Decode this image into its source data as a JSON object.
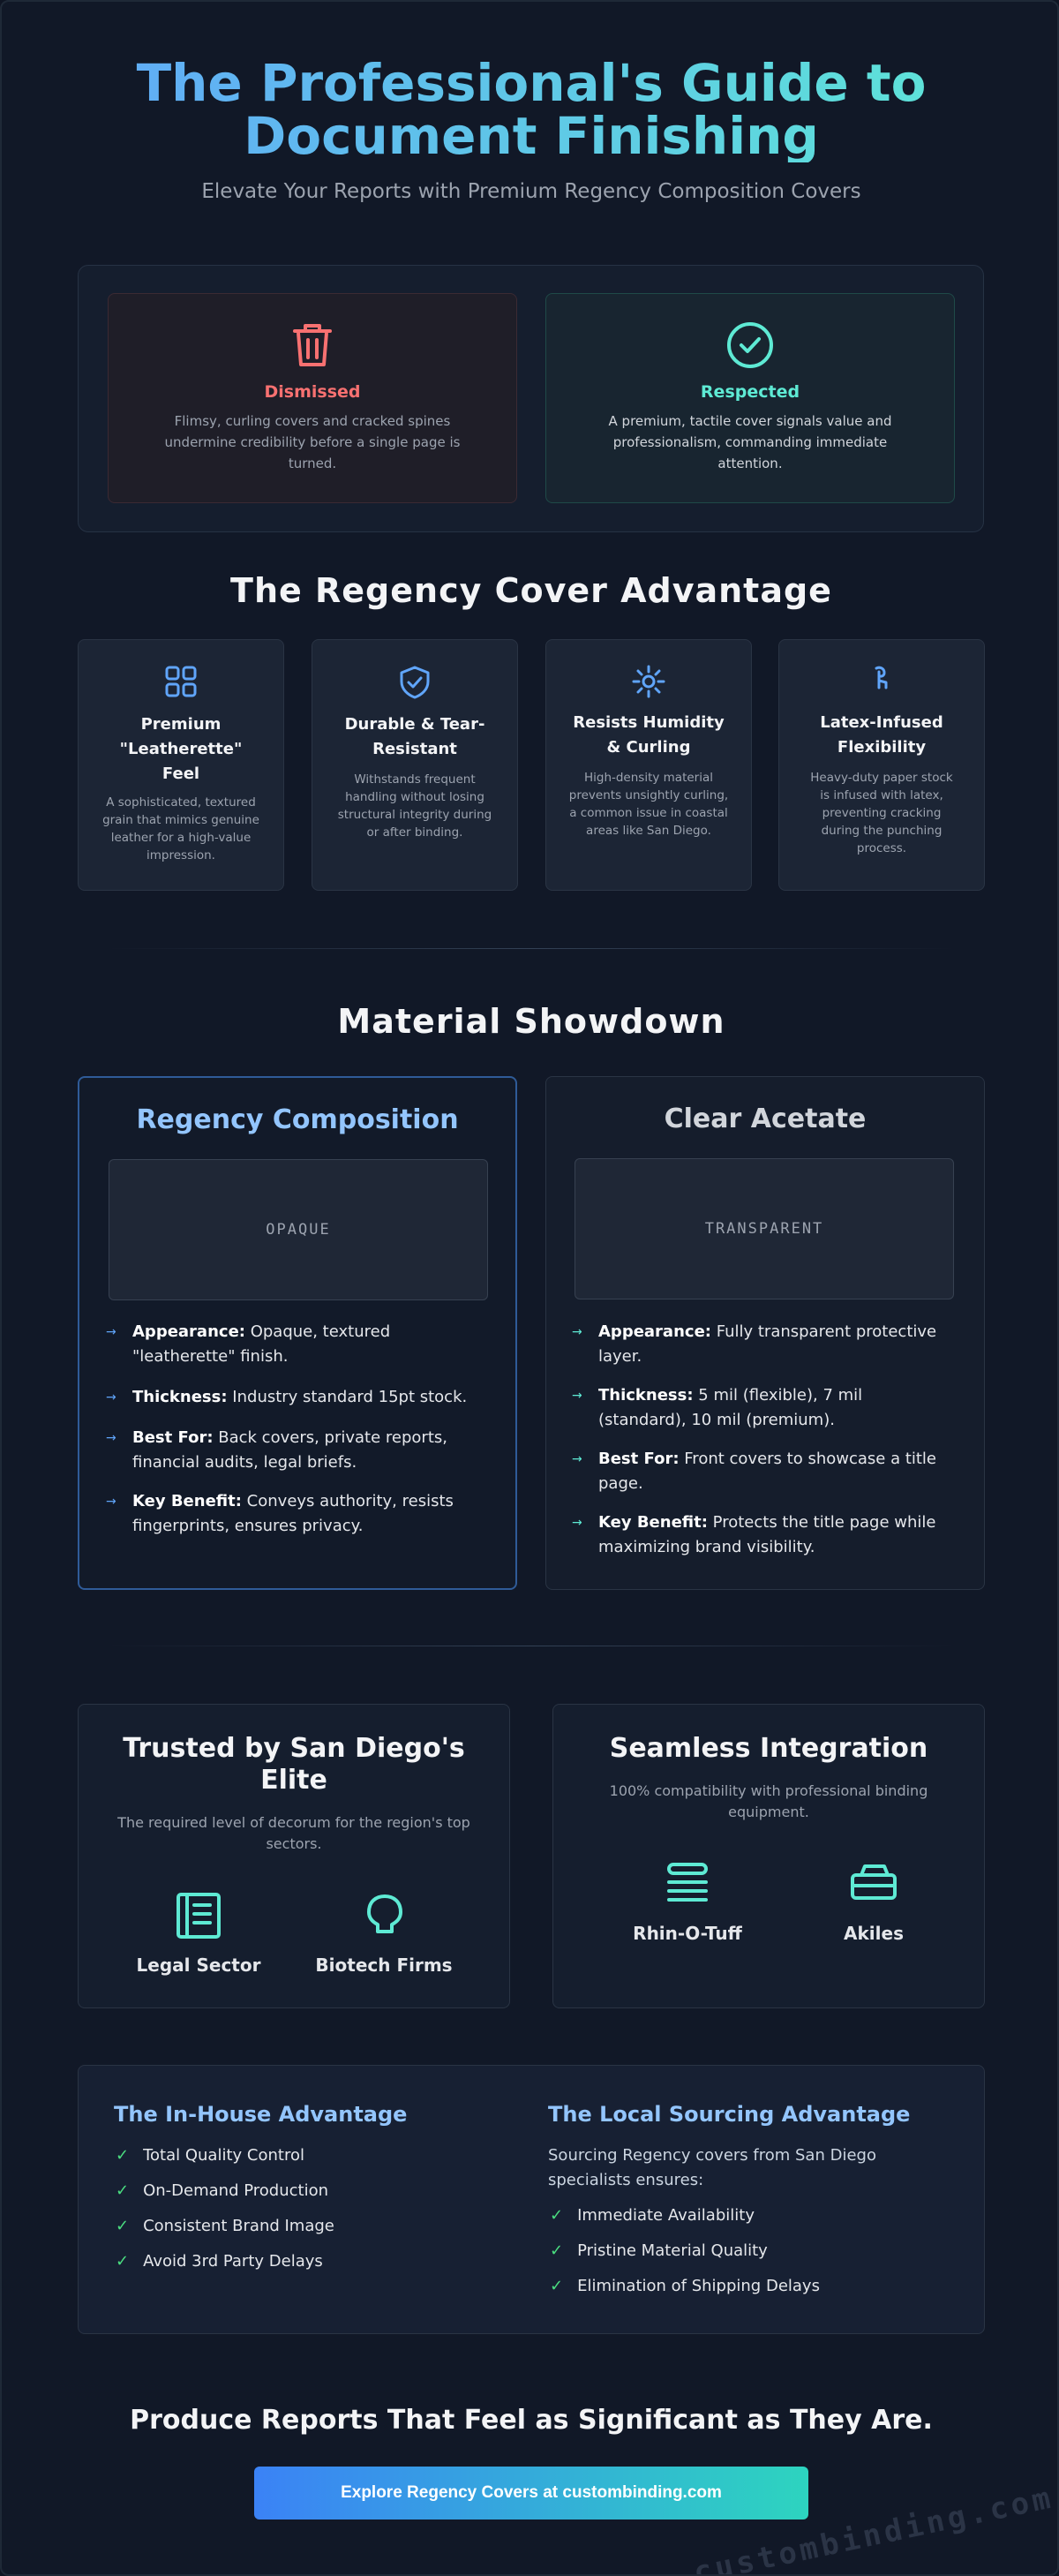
{
  "hero": {
    "title_line1": "The Professional's Guide to",
    "title_line2": "Document Finishing",
    "subtitle": "Elevate Your Reports with Premium Regency Composition Covers"
  },
  "comparison": {
    "dismissed": {
      "icon": "trash-icon",
      "title": "Dismissed",
      "text": "Flimsy, curling covers and cracked spines undermine credibility before a single page is turned.",
      "color": "#f87171"
    },
    "respected": {
      "icon": "check-circle-icon",
      "title": "Respected",
      "text": "A premium, tactile cover signals value and professionalism, commanding immediate attention.",
      "color": "#5eead4"
    }
  },
  "advantage": {
    "heading": "The Regency Cover Advantage",
    "cards": [
      {
        "icon": "grid-icon",
        "title": "Premium \"Leatherette\" Feel",
        "text": "A sophisticated, textured grain that mimics genuine leather for a high-value impression."
      },
      {
        "icon": "shield-check-icon",
        "title": "Durable & Tear-Resistant",
        "text": "Withstands frequent handling without losing structural integrity during or after binding."
      },
      {
        "icon": "sun-icon",
        "title": "Resists Humidity & Curling",
        "text": "High-density material prevents unsightly curling, a common issue in coastal areas like San Diego."
      },
      {
        "icon": "flex-icon",
        "title": "Latex-Infused Flexibility",
        "text": "Heavy-duty paper stock is infused with latex, preventing cracking during the punching process."
      }
    ]
  },
  "showdown": {
    "heading": "Material Showdown",
    "regency": {
      "title": "Regency Composition",
      "swatch": "OPAQUE",
      "specs": [
        {
          "label": "Appearance:",
          "text": "Opaque, textured \"leatherette\" finish."
        },
        {
          "label": "Thickness:",
          "text": "Industry standard 15pt stock."
        },
        {
          "label": "Best For:",
          "text": "Back covers, private reports, financial audits, legal briefs."
        },
        {
          "label": "Key Benefit:",
          "text": "Conveys authority, resists fingerprints, ensures privacy."
        }
      ]
    },
    "acetate": {
      "title": "Clear Acetate",
      "swatch": "TRANSPARENT",
      "specs": [
        {
          "label": "Appearance:",
          "text": "Fully transparent protective layer."
        },
        {
          "label": "Thickness:",
          "text": "5 mil (flexible), 7 mil (standard), 10 mil (premium)."
        },
        {
          "label": "Best For:",
          "text": "Front covers to showcase a title page."
        },
        {
          "label": "Key Benefit:",
          "text": "Protects the title page while maximizing brand visibility."
        }
      ]
    },
    "arrow": "→"
  },
  "trusted": {
    "heading": "Trusted by San Diego's Elite",
    "text": "The required level of decorum for the region's top sectors.",
    "items": [
      {
        "icon": "legal-document-icon",
        "label": "Legal Sector"
      },
      {
        "icon": "biotech-icon",
        "label": "Biotech Firms"
      }
    ]
  },
  "integration": {
    "heading": "Seamless Integration",
    "text": "100% compatibility with professional binding equipment.",
    "items": [
      {
        "icon": "binding-machine-icon",
        "label": "Rhin-O-Tuff"
      },
      {
        "icon": "printer-icon",
        "label": "Akiles"
      }
    ]
  },
  "inhouse": {
    "heading": "The In-House Advantage",
    "items": [
      "Total Quality Control",
      "On-Demand Production",
      "Consistent Brand Image",
      "Avoid 3rd Party Delays"
    ]
  },
  "local": {
    "heading": "The Local Sourcing Advantage",
    "text": "Sourcing Regency covers from San Diego specialists ensures:",
    "items": [
      "Immediate Availability",
      "Pristine Material Quality",
      "Elimination of Shipping Delays"
    ]
  },
  "check_glyph": "✓",
  "cta": {
    "heading": "Produce Reports That Feel as Significant as They Are.",
    "button": "Explore Regency Covers at custombinding.com"
  },
  "watermark": "custombinding.com",
  "colors": {
    "accent_blue": "#60a5fa",
    "accent_teal": "#5eead4",
    "danger": "#f87171",
    "success": "#4ade80"
  }
}
